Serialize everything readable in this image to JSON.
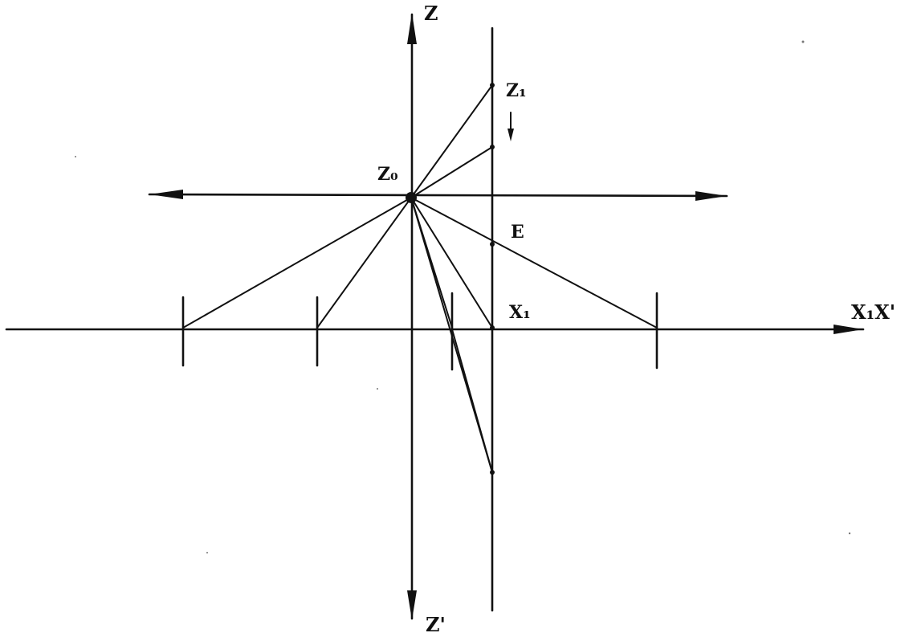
{
  "labels": {
    "z_top": "Z",
    "z_bottom": "Z'",
    "z0": "Z₀",
    "z1": "Z₁",
    "x1": "X₁",
    "x_axis": "X₁X'",
    "point_e": "Е"
  },
  "colors": {
    "ink": "#111111",
    "paper": "#ffffff"
  }
}
